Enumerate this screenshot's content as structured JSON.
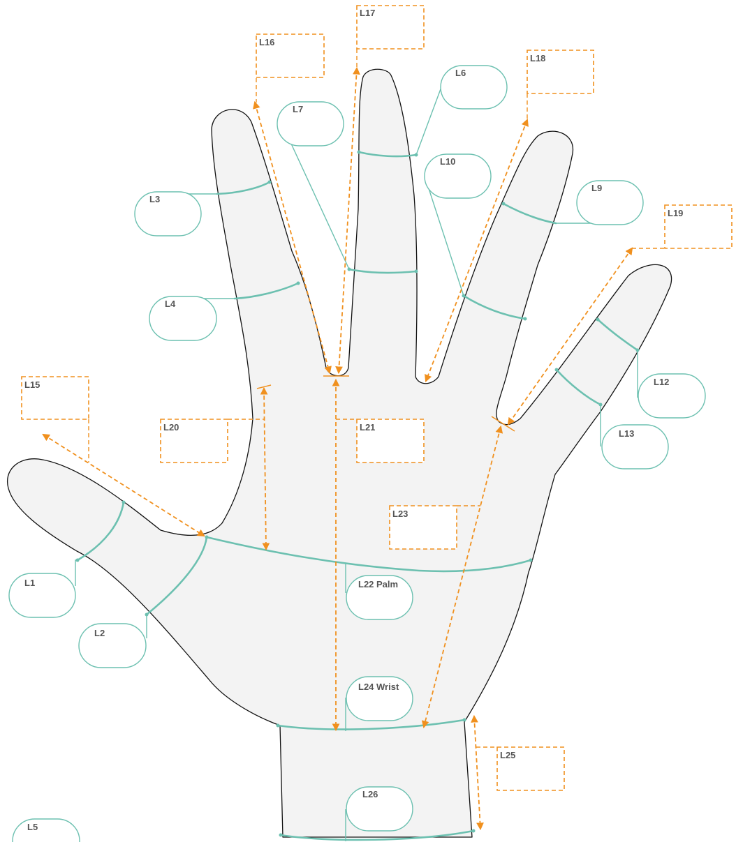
{
  "labels": {
    "L1": "L1",
    "L2": "L2",
    "L3": "L3",
    "L4": "L4",
    "L5": "L5",
    "L6": "L6",
    "L7": "L7",
    "L9": "L9",
    "L10": "L10",
    "L12": "L12",
    "L13": "L13",
    "L15": "L15",
    "L16": "L16",
    "L17": "L17",
    "L18": "L18",
    "L19": "L19",
    "L20": "L20",
    "L21": "L21",
    "L22": "L22 Palm",
    "L23": "L23",
    "L24": "L24 Wrist",
    "L25": "L25",
    "L26": "L26"
  },
  "colors": {
    "circumference": "#6cc0b0",
    "length": "#f0901e",
    "hand_fill": "#f3f3f3",
    "outline": "#111111"
  }
}
